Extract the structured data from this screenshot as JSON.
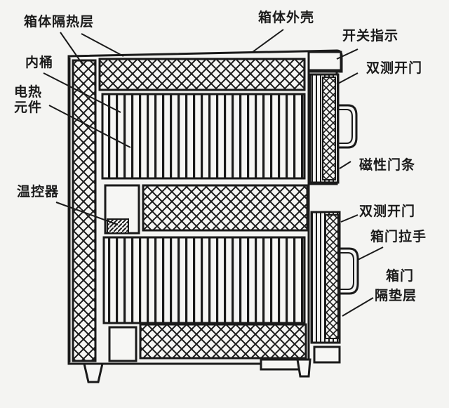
{
  "diagram": {
    "type": "cross-section",
    "subject": "electric heating oven (incubator) structure",
    "colors": {
      "ink": "#1a1a1a",
      "paper": "#f4f4f2"
    },
    "labels": {
      "cabinet_insulation": "箱体隔热层",
      "cabinet_shell": "箱体外壳",
      "switch_indicator": "开关指示",
      "side_door_top": "双测开门",
      "inner_tank": "内桶",
      "heating_element": "电热元件",
      "magnetic_strip": "磁性门条",
      "thermostat": "温控器",
      "side_door_bottom": "双测开门",
      "door_handle": "箱门拉手",
      "door_insulation_line1": "箱门",
      "door_insulation_line2": "隔垫层"
    }
  }
}
